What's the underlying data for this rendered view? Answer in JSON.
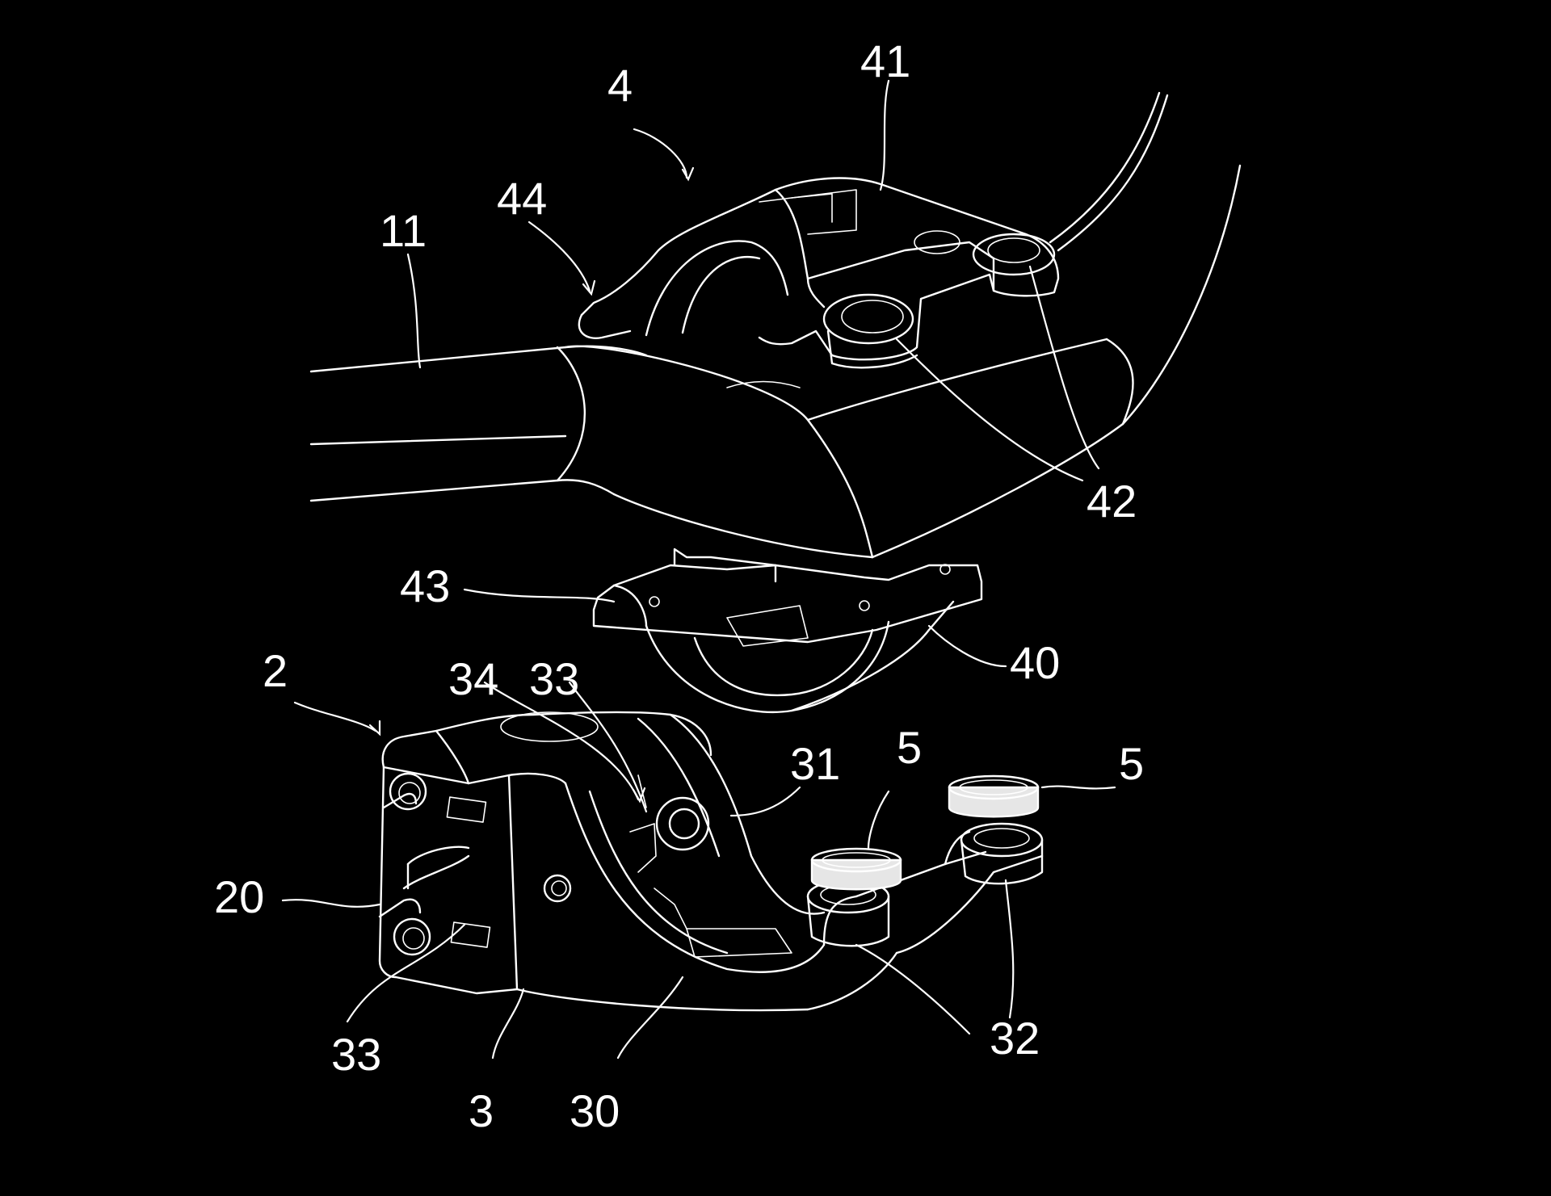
{
  "figure": {
    "background": "#000000",
    "line_color": "#ffffff"
  },
  "labels": {
    "l4": "4",
    "l41": "41",
    "l44": "44",
    "l11": "11",
    "l42": "42",
    "l43": "43",
    "l40": "40",
    "l2": "2",
    "l34": "34",
    "l33_top": "33",
    "l31": "31",
    "l5_left": "5",
    "l5_right": "5",
    "l20": "20",
    "l33_bottom": "33",
    "l3": "3",
    "l30": "30",
    "l32": "32"
  }
}
